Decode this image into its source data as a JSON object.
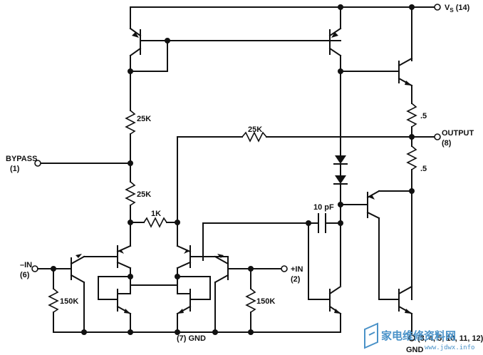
{
  "labels": {
    "vs": "V",
    "vs_sub": "S",
    "vs_pin": "(14)",
    "output": "OUTPUT",
    "output_pin": "(8)",
    "bypass": "BYPASS",
    "bypass_pin": "(1)",
    "minus_in": "–IN",
    "minus_in_pin": "(6)",
    "plus_in": "+IN",
    "plus_in_pin": "(2)",
    "gnd_center": "(7) GND",
    "gnd_right": "GND",
    "gnd_right_pins": "(3, 4, 5, 10, 11, 12)"
  },
  "components": {
    "r_25k_upper": "25K",
    "r_25k_lower": "25K",
    "r_25k_feedback": "25K",
    "r_1k": "1K",
    "r_150k_left": "150K",
    "r_150k_right": "150K",
    "r_out_upper": ".5",
    "r_out_lower": ".5",
    "c_comp": "10 pF"
  },
  "watermark": {
    "text": "家电维修资料网",
    "url": "www.jdwx.info",
    "colors": {
      "watermark": "#4a92c8",
      "ink": "#111111"
    }
  }
}
